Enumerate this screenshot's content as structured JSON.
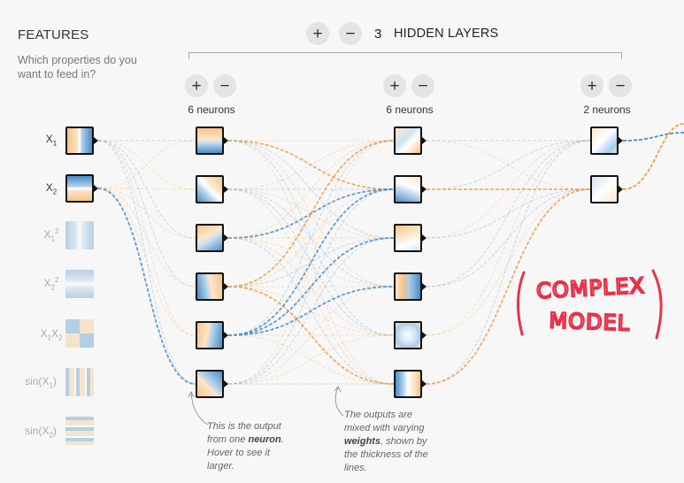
{
  "features": {
    "title": "FEATURES",
    "subtitle": "Which properties do you want to feed in?",
    "items": [
      {
        "id": "x1",
        "base": "X",
        "sub": "1",
        "sup": "",
        "wrap_start": "",
        "wrap_end": "",
        "active": true
      },
      {
        "id": "x2",
        "base": "X",
        "sub": "2",
        "sup": "",
        "wrap_start": "",
        "wrap_end": "",
        "active": true
      },
      {
        "id": "x1sq",
        "base": "X",
        "sub": "1",
        "sup": "2",
        "wrap_start": "",
        "wrap_end": "",
        "active": false
      },
      {
        "id": "x2sq",
        "base": "X",
        "sub": "2",
        "sup": "2",
        "wrap_start": "",
        "wrap_end": "",
        "active": false
      },
      {
        "id": "x1x2",
        "base": "X",
        "sub": "1",
        "sup": "",
        "extra_base": "X",
        "extra_sub": "2",
        "active": false
      },
      {
        "id": "sinx1",
        "base": "X",
        "sub": "1",
        "sup": "",
        "wrap_start": "sin(",
        "wrap_end": ")",
        "active": false
      },
      {
        "id": "sinx2",
        "base": "X",
        "sub": "2",
        "sup": "",
        "wrap_start": "sin(",
        "wrap_end": ")",
        "active": false
      }
    ]
  },
  "hidden_layers": {
    "add_label": "+",
    "remove_label": "−",
    "count": "3",
    "label": "HIDDEN LAYERS",
    "layers": [
      {
        "neurons_label": "6 neurons",
        "add_label": "+",
        "remove_label": "−"
      },
      {
        "neurons_label": "6 neurons",
        "add_label": "+",
        "remove_label": "−"
      },
      {
        "neurons_label": "2 neurons",
        "add_label": "+",
        "remove_label": "−"
      }
    ]
  },
  "notes": {
    "neuron": {
      "pre": "This is the output from one ",
      "bold": "neuron",
      "post": ". Hover to see it larger."
    },
    "weights": {
      "pre": "The outputs are mixed with varying ",
      "bold": "weights",
      "post": ", shown by the thickness of the lines."
    }
  },
  "handwriting": {
    "line1": "COMPLEX",
    "line2": "MODEL"
  },
  "colors": {
    "positive": "#4a8cc6",
    "negative": "#f0a04b",
    "handwriting": "#e8324a"
  }
}
